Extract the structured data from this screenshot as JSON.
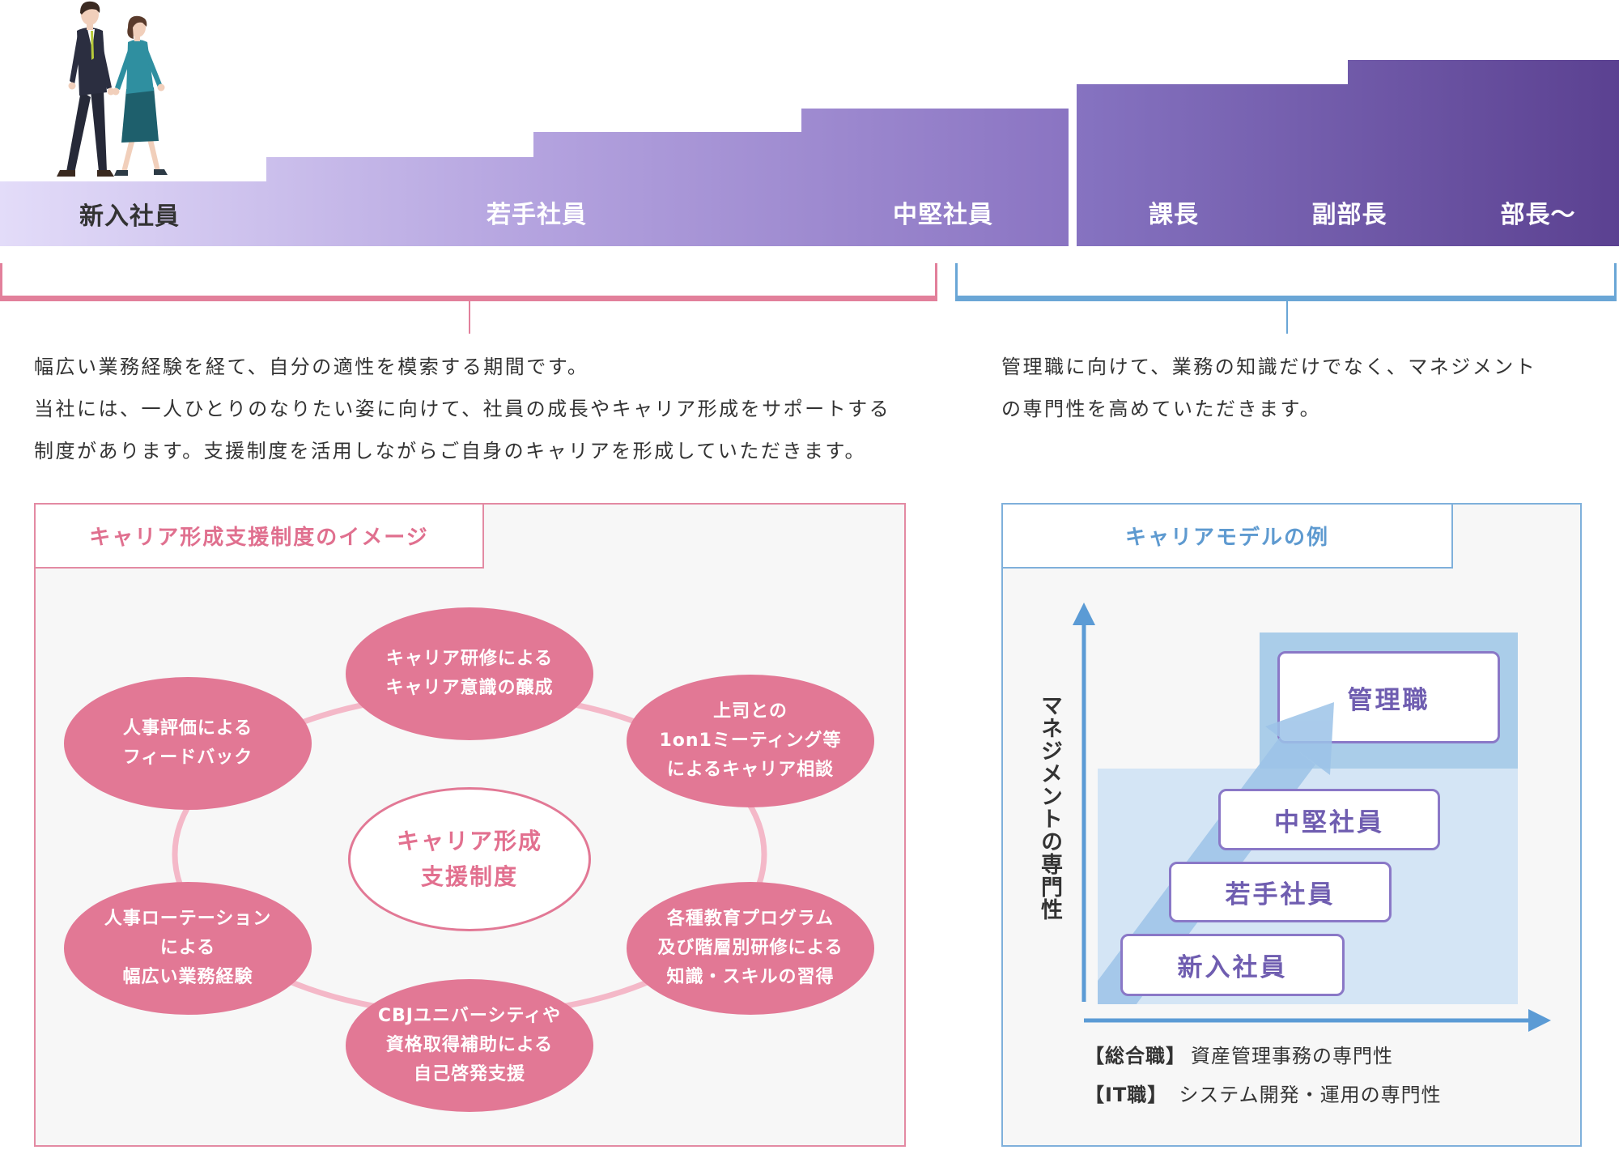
{
  "career_ladder": {
    "steps": [
      {
        "label": "新入社員"
      },
      {
        "label": "若手社員"
      },
      {
        "label": "中堅社員"
      },
      {
        "label": "課長"
      },
      {
        "label": "副部長"
      },
      {
        "label": "部長〜"
      }
    ]
  },
  "descriptions": {
    "early_career": [
      "幅広い業務経験を経て、自分の適性を模索する期間です。",
      "当社には、一人ひとりのなりたい姿に向けて、社員の成長やキャリア形成をサポートする",
      "制度があります。支援制度を活用しながらご自身のキャリアを形成していただきます。"
    ],
    "management": [
      "管理職に向けて、業務の知識だけでなく、マネジメント",
      "の専門性を高めていただきます。"
    ]
  },
  "support_system": {
    "title": "キャリア形成支援制度のイメージ",
    "center": [
      "キャリア形成",
      "支援制度"
    ],
    "items": [
      {
        "lines": [
          "キャリア研修による",
          "キャリア意識の醸成"
        ]
      },
      {
        "lines": [
          "上司との",
          "1on1ミーティング等",
          "によるキャリア相談"
        ]
      },
      {
        "lines": [
          "各種教育プログラム",
          "及び階層別研修による",
          "知識・スキルの習得"
        ]
      },
      {
        "lines": [
          "CBJユニバーシティや",
          "資格取得補助による",
          "自己啓発支援"
        ]
      },
      {
        "lines": [
          "人事ローテーション",
          "による",
          "幅広い業務経験"
        ]
      },
      {
        "lines": [
          "人事評価による",
          "フィードバック"
        ]
      }
    ]
  },
  "career_model": {
    "title": "キャリアモデルの例",
    "y_axis_label": "マネジメントの専門性",
    "stages": [
      "新入社員",
      "若手社員",
      "中堅社員",
      "管理職"
    ],
    "notes": [
      {
        "tag": "【総合職】",
        "text": "資産管理事務の専門性"
      },
      {
        "tag": "【IT職】",
        "text": "システム開発・運用の専門性"
      }
    ]
  },
  "colors": {
    "pink_accent": "#e27895",
    "blue_accent": "#6aa6d6",
    "purple_accent": "#8a78c7",
    "ladder_light": "#e3dcf9",
    "ladder_dark": "#5b4191"
  }
}
